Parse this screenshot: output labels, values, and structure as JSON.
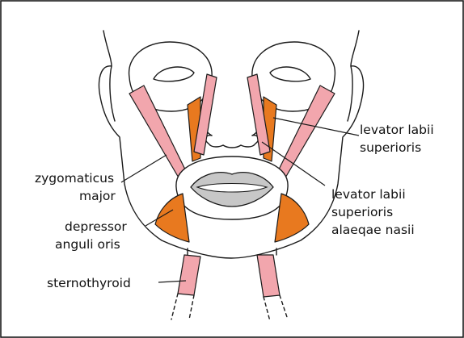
{
  "labels": {
    "levator_labii_superioris_1": "levator labii",
    "levator_labii_superioris_2": "superioris",
    "zygomaticus_major_1": "zygomaticus",
    "zygomaticus_major_2": "major",
    "levator_labii_alaeqae_1": "levator labii",
    "levator_labii_alaeqae_2": "superioris",
    "levator_labii_alaeqae_3": "alaeqae nasii",
    "depressor_1": "depressor",
    "depressor_2": "anguli oris",
    "sternothyroid": "sternothyroid"
  },
  "colors": {
    "pink_muscle": "#f2a6ad",
    "orange_muscle": "#e8791f",
    "outline": "#1a1a1a",
    "background": "#ffffff"
  }
}
